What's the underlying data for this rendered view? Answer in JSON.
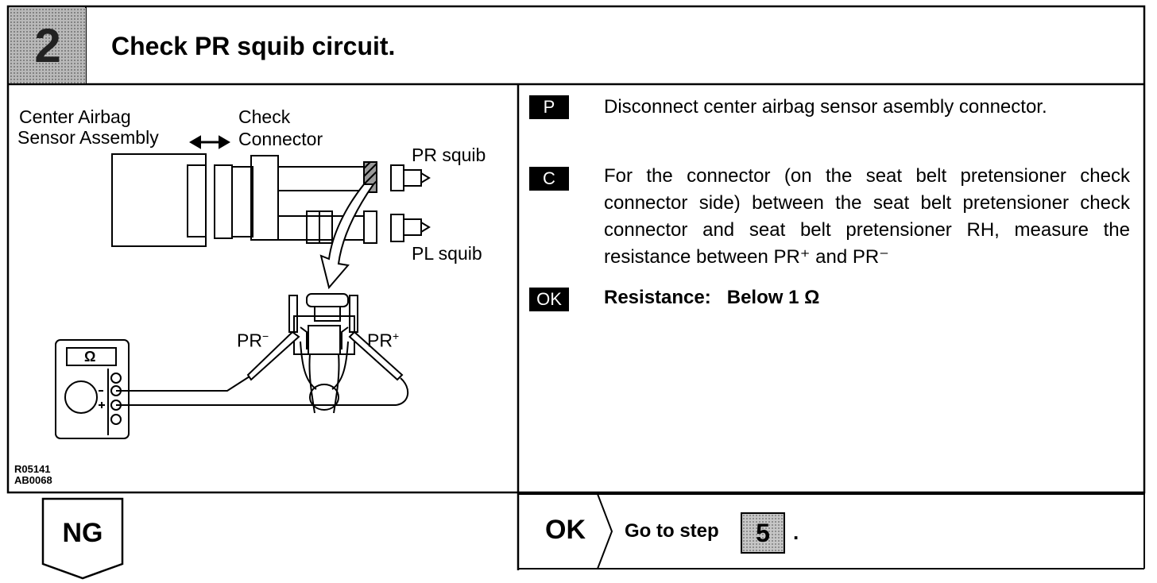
{
  "header": {
    "step_number": "2",
    "title": "Check PR squib circuit."
  },
  "diagram": {
    "label_center_airbag": "Center Airbag",
    "label_sensor_assembly": "Sensor Assembly",
    "label_check": "Check",
    "label_connector": "Connector",
    "label_pr_squib": "PR squib",
    "label_pl_squib": "PL squib",
    "label_pr_minus": "PR",
    "label_pr_plus": "PR",
    "meter_symbol": "Ω",
    "code_1": "R05141",
    "code_2": "AB0068"
  },
  "instructions": [
    {
      "tag": "P",
      "text": "Disconnect center airbag sensor asembly connector."
    },
    {
      "tag": "C",
      "text": "For the connector (on the seat belt pretensioner check connector side) between the seat belt pretensioner check connector and seat belt pretensioner RH, measure the resistance between PR⁺ and PR⁻"
    },
    {
      "tag": "OK",
      "text": "Resistance:   Below 1 Ω"
    }
  ],
  "results": {
    "ng_label": "NG",
    "ok_label": "OK",
    "goto_text": "Go to step",
    "goto_step": "5",
    "period": "."
  }
}
